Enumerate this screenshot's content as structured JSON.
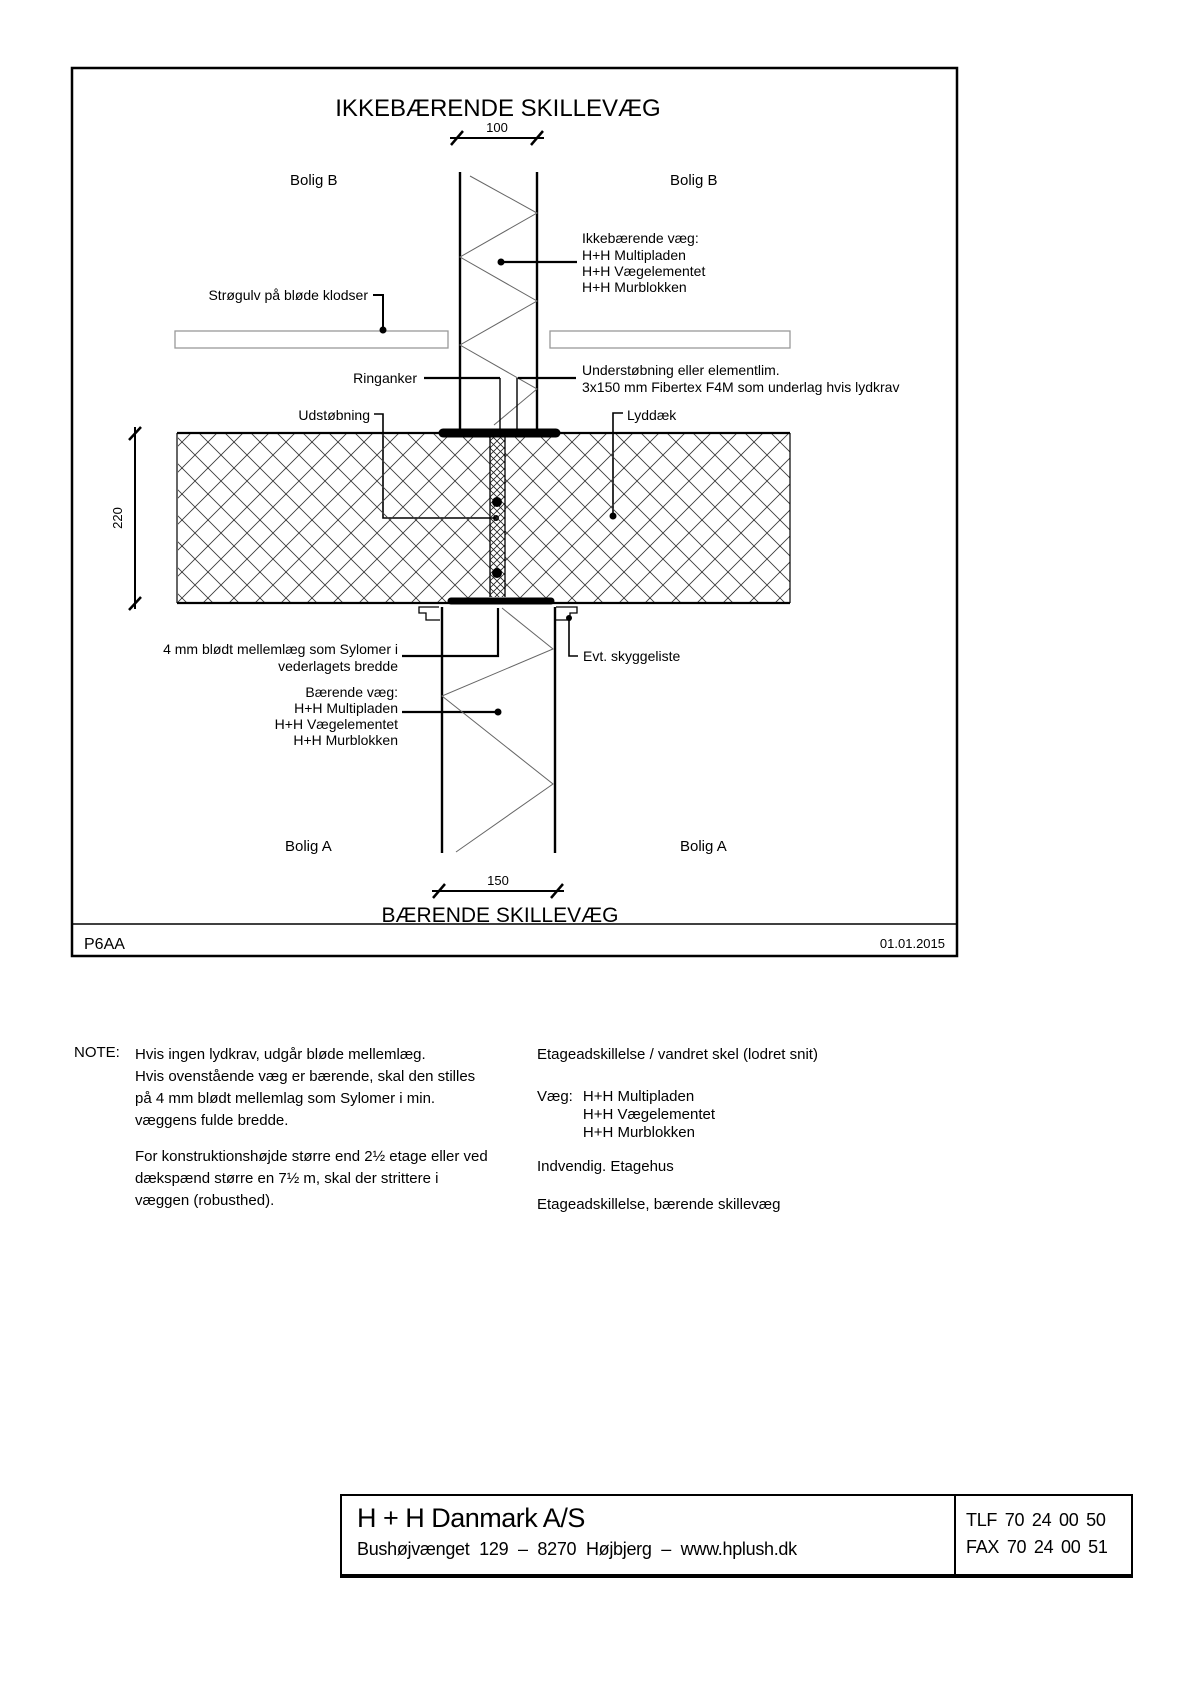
{
  "drawing": {
    "code": "P6AA",
    "date": "01.01.2015",
    "top_title": "IKKEBÆRENDE SKILLEVÆG",
    "bottom_title": "BÆRENDE SKILLEVÆG",
    "dims": {
      "top_width": "100",
      "bottom_width": "150",
      "slab_height": "220"
    },
    "rooms": {
      "top_left": "Bolig B",
      "top_right": "Bolig B",
      "bottom_left": "Bolig A",
      "bottom_right": "Bolig A"
    },
    "labels": {
      "strogulv": "Strøgulv på bløde klodser",
      "ikkebaerende_vaeg": [
        "Ikkebærende væg:",
        "H+H Multipladen",
        "H+H Vægelementet",
        "H+H Murblokken"
      ],
      "ringanker": "Ringanker",
      "understobning_1": "Understøbning eller elementlim.",
      "understobning_2": "3x150 mm Fibertex F4M som underlag hvis lydkrav",
      "udstobning": "Udstøbning",
      "lyddaek": "Lyddæk",
      "mellemlaeg_1": "4 mm blødt mellemlæg som Sylomer i",
      "mellemlaeg_2": "vederlagets bredde",
      "skyggeliste": "Evt. skyggeliste",
      "baerende_vaeg": [
        "Bærende væg:",
        "H+H Multipladen",
        "H+H Vægelementet",
        "H+H Murblokken"
      ]
    }
  },
  "note": {
    "label": "NOTE:",
    "para1": [
      "Hvis ingen lydkrav, udgår bløde mellemlæg.",
      "Hvis ovenstående væg er bærende, skal den stilles",
      "på 4 mm blødt mellemlag som Sylomer i min.",
      "væggens fulde bredde."
    ],
    "para2": [
      "For konstruktionshøjde større end 2½ etage eller ved",
      "dækspænd større en 7½ m, skal der strittere i",
      "væggen (robusthed)."
    ]
  },
  "description": {
    "line1": "Etageadskillelse / vandret skel (lodret snit)",
    "vaeg_label": "Væg:",
    "vaeg_items": [
      "H+H Multipladen",
      "H+H Vægelementet",
      "H+H Murblokken"
    ],
    "line3": "Indvendig. Etagehus",
    "line4": "Etageadskillelse, bærende skillevæg"
  },
  "title_block": {
    "company": "H + H Danmark A/S",
    "address": "Bushøjvænget 129 – 8270 Højbjerg – www.hplush.dk",
    "tlf": "TLF 70 24 00 50",
    "fax": "FAX 70 24 00 51"
  }
}
